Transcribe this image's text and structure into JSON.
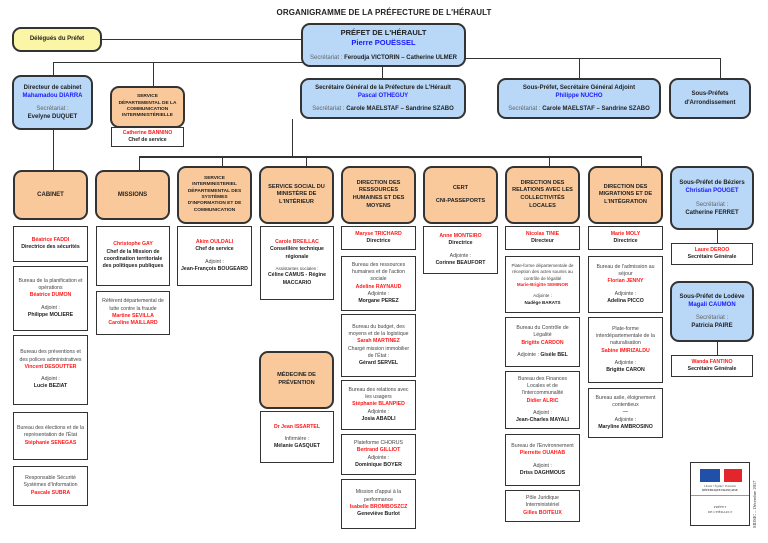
{
  "title": "ORGANIGRAMME DE LA PRÉFECTURE DE L'HÉRAULT",
  "prefet": {
    "title": "PRÉFET DE L'HÉRAULT",
    "name": "Pierre POUËSSEL",
    "secretariat_label": "Secrétariat :",
    "secretariat": "Feroudja VICTORIN – Catherine ULMER"
  },
  "delegues": "Délégués du Préfet",
  "directeur_cabinet": {
    "title": "Directeur de cabinet",
    "name": "Mahamadou DIARRA",
    "secretariat_label": "Secrétariat :",
    "secretariat": "Evelyne DUQUET"
  },
  "sdci": {
    "title": "SERVICE DÉPARTEMENTAL DE LA COMMUNICATION INTERMINISTÉRIELLE",
    "head": "Catherine BANNINO",
    "role": "Chef de service"
  },
  "secretaire_general": {
    "title": "Secrétaire Général de la Préfecture de L'Hérault",
    "name": "Pascal OTHEGUY",
    "secretariat_label": "Secrétariat :",
    "secretariat": "Carole MAELSTAF – Sandrine SZABO"
  },
  "sg_adjoint": {
    "title": "Sous-Préfet, Secrétaire Général Adjoint",
    "name": "Philippe NUCHO",
    "secretariat_label": "Secrétariat :",
    "secretariat": "Carole MAELSTAF – Sandrine SZABO"
  },
  "sous_prefets": "Sous-Préfets d'Arrondissement",
  "columns": {
    "cabinet": {
      "title": "CABINET",
      "head": {
        "name": "Béatrice FADDI",
        "role": "Directrice des sécurités"
      },
      "offices": [
        {
          "label": "Bureau de la planification et opérations",
          "name": "Béatrice DUMON",
          "deputy_label": "Adjoint :",
          "deputy": "Philippe MOLIERE"
        },
        {
          "label": "Bureau des préventions et des polices administratives",
          "name": "Vincent DESOUTTER",
          "deputy_label": "Adjoint :",
          "deputy": "Lucie BEZIAT"
        },
        {
          "label": "Bureau des élections et de la représentation de l'État",
          "name": "Stéphanie SENEGAS"
        },
        {
          "label": "Responsable Sécurité Systèmes d'Information",
          "name": "Pascale SUBRA"
        }
      ]
    },
    "missions": {
      "title": "MISSIONS",
      "head": {
        "name": "Christophe GAY",
        "role": "Chef de la Mission de coordination territoriale des politiques publiques"
      },
      "offices": [
        {
          "label": "Référent départemental de lutte contre la fraude",
          "name": "Martine SEVILLA",
          "name2": "Caroline MAILLARD"
        }
      ]
    },
    "sidsic": {
      "title": "SERVICE INTERMINISTERIEL DÉPARTEMENTAL DES SYSTÈMES D'INFORMATION ET DE COMMUNICATION",
      "head": {
        "name": "Akim OULDALI",
        "role": "Chef de service",
        "deputy_label": "Adjoint :",
        "deputy": "Jean-François BOUGEARD"
      }
    },
    "service_social": {
      "title": "SERVICE SOCIAL DU MINISTÈRE DE L'INTÉRIEUR",
      "head": {
        "name": "Carole BREILLAC",
        "role": "Conseillère technique régionale",
        "assist_label": "Assistantes sociales :",
        "assist": "Céline CAMUS - Régine MACCARIO"
      }
    },
    "medecine": {
      "title": "MÉDECINE DE PRÉVENTION",
      "head": {
        "name": "Dr Jean ISSARTEL",
        "assist_label": "Infirmière :",
        "assist": "Mélanie GASQUET"
      }
    },
    "drhm": {
      "title": "DIRECTION DES RESSOURCES HUMAINES ET DES MOYENS",
      "head": {
        "name": "Maryse TRICHARD",
        "role": "Directrice"
      },
      "offices": [
        {
          "label": "Bureau des ressources humaines et de l'action sociale",
          "name": "Adeline RAYNAUD",
          "deputy_label": "Adjointe :",
          "deputy": "Morgane PEREZ"
        },
        {
          "label": "Bureau du budget, des moyens et de la logistique",
          "name": "Sarah MARTINEZ",
          "deputy_label": "Chargé mission immobilier de l'État :",
          "deputy": "Gérard SERVEL"
        },
        {
          "label": "Bureau des relations avec les usagers",
          "name": "Stéphanie BLANPIED",
          "deputy_label": "Adjointe :",
          "deputy": "Josia ABADLI"
        },
        {
          "label": "Plateforme CHORUS",
          "name": "Bertrand GILLIOT",
          "deputy_label": "Adjointe :",
          "deputy": "Dominique BOYER"
        },
        {
          "label": "Mission d'appui à la performance",
          "name": "Isabelle BROMBOSZCZ",
          "deputy": "Geneviève Burlot"
        }
      ]
    },
    "cert": {
      "title": "CERT",
      "subtitle": "CNI-PASSEPORTS",
      "head": {
        "name": "Anne MONTEIRO",
        "role": "Directrice",
        "deputy_label": "Adjointe :",
        "deputy": "Corinne BEAUFORT"
      }
    },
    "drcl": {
      "title": "DIRECTION DES RELATIONS AVEC LES COLLECTIVITÉS LOCALES",
      "head": {
        "name": "Nicolas TINIE",
        "role": "Directeur"
      },
      "offices": [
        {
          "label": "Plate-forme départementale de réception des actes soumis au contrôle de légalité",
          "name": "Marie-Brigitte SEMINOR",
          "deputy_label": "Adjointe :",
          "deputy": "Nadège BARATS"
        },
        {
          "label": "Bureau du Contrôle de Légalité",
          "name": "Brigitte CARDON",
          "deputy_label": "Adjointe :",
          "deputy": "Gisèle BEL"
        },
        {
          "label": "Bureau des Finances Locales et de l'intercommunalité",
          "name": "Didier ALRIC",
          "deputy_label": "Adjoint :",
          "deputy": "Jean-Charles MAYALI"
        },
        {
          "label": "Bureau de l'Environnement",
          "name": "Pierrette OUAHAB",
          "deputy_label": "Adjoint :",
          "deputy": "Driss DAGHMOUS"
        },
        {
          "label": "Pôle Juridique Interministériel",
          "name": "Gilles BOITEUX"
        }
      ]
    },
    "dmi": {
      "title": "DIRECTION DES MIGRATIONS ET DE L'INTÉGRATION",
      "head": {
        "name": "Marie MOLY",
        "role": "Directrice"
      },
      "offices": [
        {
          "label": "Bureau de l'admission au séjour",
          "name": "Florian JENNY",
          "deputy_label": "Adjointe :",
          "deputy": "Adelina PICCO"
        },
        {
          "label": "Plate-forme interdépartementale de la naturalisation",
          "name": "Sabine IMIRIZALDU",
          "deputy_label": "Adjointe :",
          "deputy": "Brigitte CARON"
        },
        {
          "label": "Bureau asile, éloignement contentieux",
          "name": "—",
          "deputy_label": "Adjointe :",
          "deputy": "Maryline AMBROSINO"
        }
      ]
    }
  },
  "beziers": {
    "title": "Sous-Préfet de Béziers",
    "name": "Christian POUGET",
    "secretariat_label": "Secrétariat :",
    "secretariat": "Catherine FERRET",
    "sg_name": "Laure DEROO",
    "sg_role": "Secrétaire Générale"
  },
  "lodeve": {
    "title": "Sous-Préfet de Lodève",
    "name": "Magali CAUMON",
    "secretariat_label": "Secrétariat :",
    "secretariat": "Patricia PAIRE",
    "sg_name": "Wanda FANTINO",
    "sg_role": "Secrétaire Générale"
  },
  "logo": {
    "motto": "Liberté • Égalité • Fraternité",
    "republic": "RÉPUBLIQUE FRANÇAISE",
    "line1": "PRÉFET",
    "line2": "DE L'HÉRAULT"
  },
  "footer_vertical": "SIDSIC – Décembre 2017",
  "colors": {
    "blue_box": "#b9d7f7",
    "orange_box": "#f9c99b",
    "yellow_box": "#fbf5a6",
    "name_blue": "#1a1aff",
    "name_red": "#ff1a1a"
  }
}
